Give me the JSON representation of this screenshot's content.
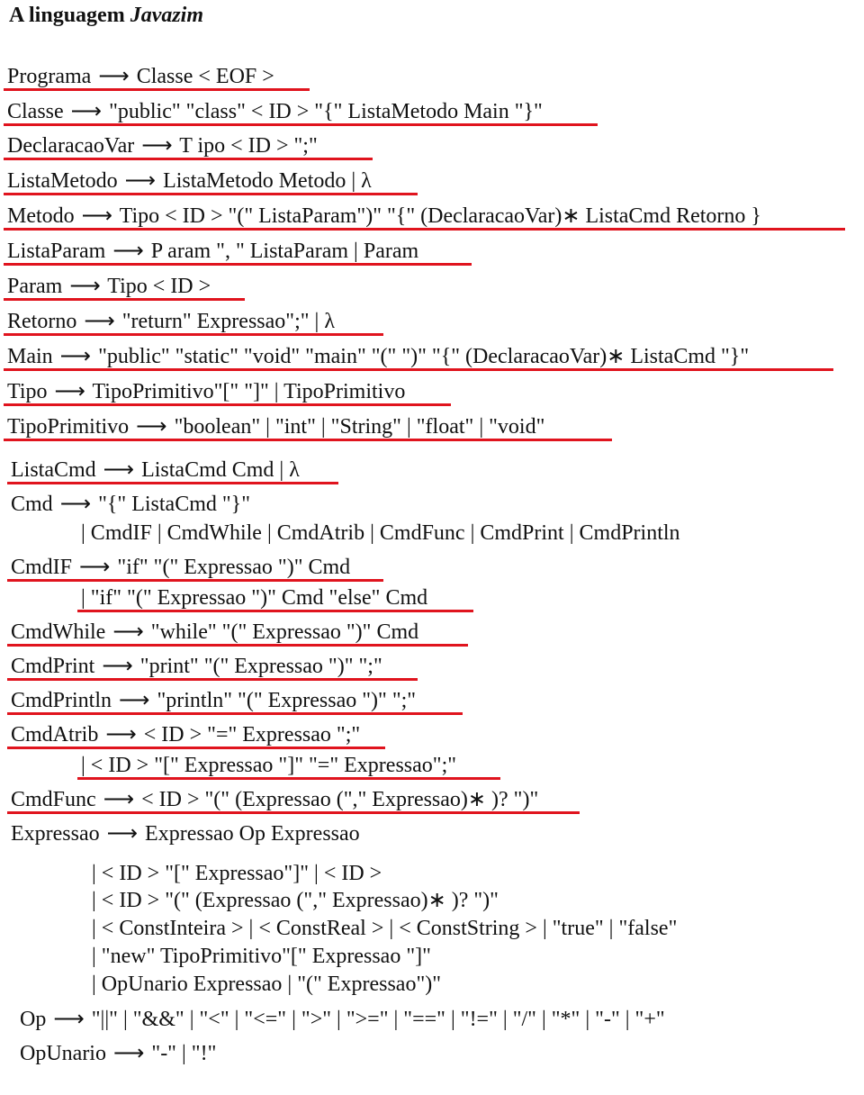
{
  "title": {
    "prefix": "A linguagem ",
    "name": "Javazim"
  },
  "underline_color": "#e0141e",
  "arrow": "⟶",
  "rules": [
    {
      "lhs": "Programa",
      "rhs": "Classe < EOF >"
    },
    {
      "lhs": "Classe",
      "rhs": "\"public\" \"class\" < ID > \"{\" ListaMetodo Main \"}\""
    },
    {
      "lhs": "DeclaracaoVar",
      "rhs": "T ipo < ID > \";\""
    },
    {
      "lhs": "ListaMetodo",
      "rhs": "ListaMetodo Metodo | λ"
    },
    {
      "lhs": "Metodo",
      "rhs": "Tipo < ID > \"(\" ListaParam\")\" \"{\" (DeclaracaoVar)∗ ListaCmd Retorno }"
    },
    {
      "lhs": "ListaParam",
      "rhs": "P aram \", \" ListaParam | Param"
    },
    {
      "lhs": "Param",
      "rhs": "Tipo < ID >"
    },
    {
      "lhs": "Retorno",
      "rhs": "\"return\" Expressao\";\" | λ"
    },
    {
      "lhs": "Main",
      "rhs": "\"public\" \"static\" \"void\" \"main\" \"(\" \")\" \"{\" (DeclaracaoVar)∗ ListaCmd \"}\""
    },
    {
      "lhs": "Tipo",
      "rhs": "TipoPrimitivo\"[\" \"]\" | TipoPrimitivo"
    },
    {
      "lhs": "TipoPrimitivo",
      "rhs": "\"boolean\" | \"int\" | \"String\" | \"float\" | \"void\""
    },
    {
      "lhs": "ListaCmd",
      "rhs": "ListaCmd Cmd | λ"
    },
    {
      "lhs": "Cmd",
      "rhs": "\"{\" ListaCmd \"}\""
    },
    {
      "alt": "| CmdIF | CmdWhile | CmdAtrib | CmdFunc | CmdPrint | CmdPrintln"
    },
    {
      "lhs": "CmdIF",
      "rhs": "\"if\" \"(\" Expressao \")\" Cmd"
    },
    {
      "alt": "| \"if\" \"(\" Expressao \")\" Cmd \"else\" Cmd"
    },
    {
      "lhs": "CmdWhile",
      "rhs": "\"while\" \"(\" Expressao \")\" Cmd"
    },
    {
      "lhs": "CmdPrint",
      "rhs": "\"print\" \"(\" Expressao \")\" \";\""
    },
    {
      "lhs": "CmdPrintln",
      "rhs": "\"println\" \"(\" Expressao \")\" \";\""
    },
    {
      "lhs": "CmdAtrib",
      "rhs": "< ID > \"=\" Expressao \";\""
    },
    {
      "alt": "| < ID > \"[\" Expressao \"]\" \"=\" Expressao\";\""
    },
    {
      "lhs": "CmdFunc",
      "rhs": "< ID > \"(\" (Expressao (\",\" Expressao)∗ )? \")\""
    },
    {
      "lhs": "Expressao",
      "rhs": "Expressao Op Expressao"
    },
    {
      "alt": "| < ID > \"[\" Expressao\"]\" | < ID >"
    },
    {
      "alt": "| < ID > \"(\" (Expressao (\",\" Expressao)∗ )? \")\""
    },
    {
      "alt": "| < ConstInteira > | < ConstReal > | < ConstString > | \"true\" | \"false\""
    },
    {
      "alt": "| \"new\" TipoPrimitivo\"[\" Expressao \"]\""
    },
    {
      "alt": "| OpUnario Expressao | \"(\" Expressao\")\""
    },
    {
      "lhs": "Op",
      "rhs": "\"||\" | \"&&\" | \"<\" | \"<=\" | \">\" | \">=\" | \"==\" | \"!=\" | \"/\" | \"*\" | \"-\" | \"+\""
    },
    {
      "lhs": "OpUnario",
      "rhs": "\"-\" | \"!\""
    }
  ]
}
